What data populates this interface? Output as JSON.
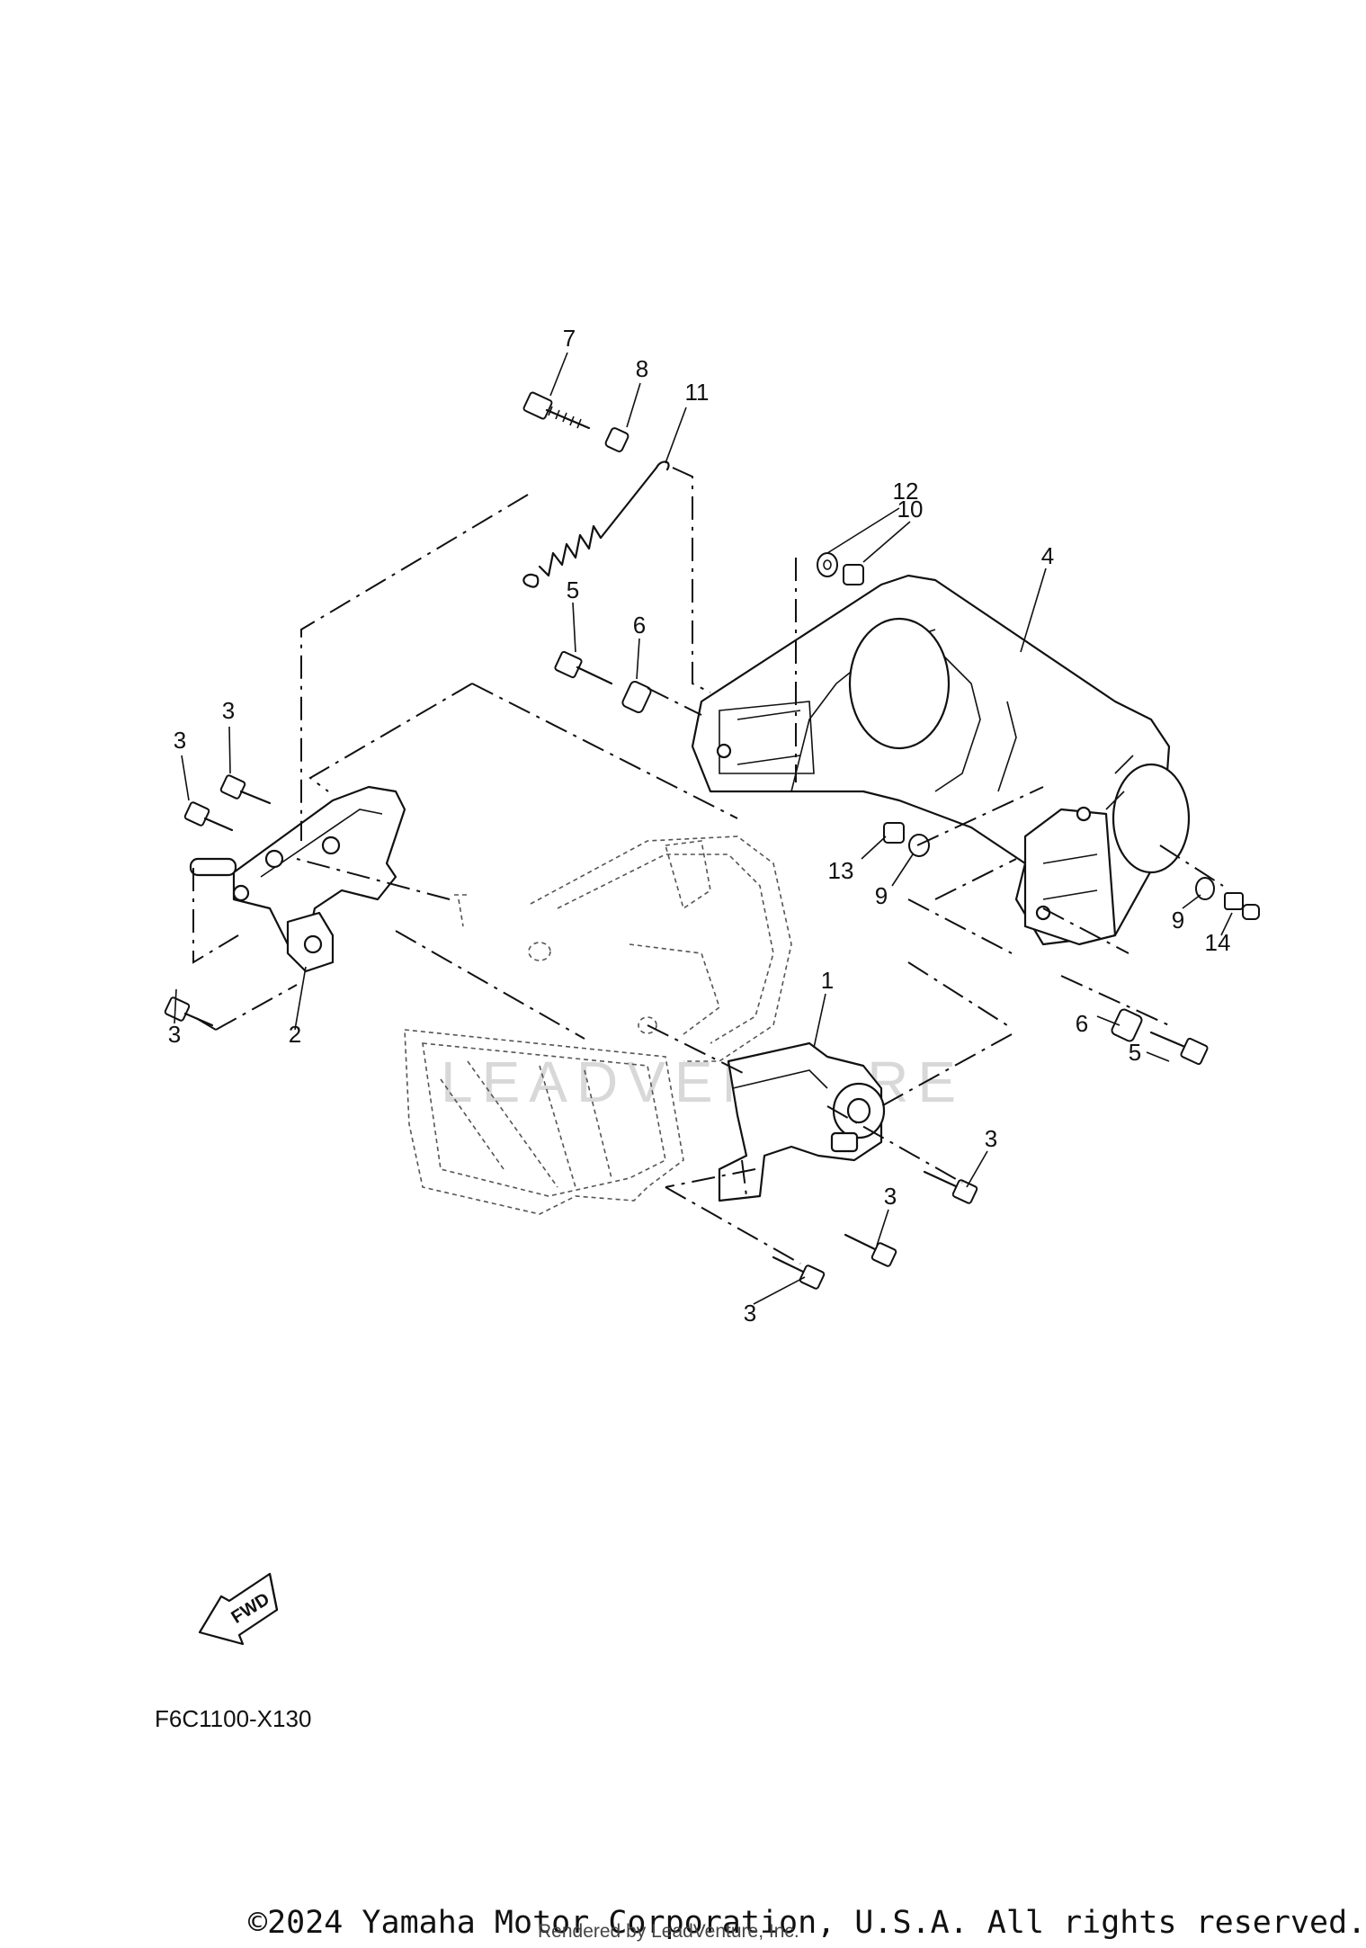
{
  "diagram": {
    "drawing_code": "F6C1100-X130",
    "fwd_label": "FWD",
    "watermark": "LEADVENTURE",
    "callouts": [
      {
        "id": "c7",
        "label": "7"
      },
      {
        "id": "c8",
        "label": "8"
      },
      {
        "id": "c11",
        "label": "11"
      },
      {
        "id": "c12",
        "label": "12"
      },
      {
        "id": "c10",
        "label": "10"
      },
      {
        "id": "c4",
        "label": "4"
      },
      {
        "id": "c5a",
        "label": "5"
      },
      {
        "id": "c6a",
        "label": "6"
      },
      {
        "id": "c3a",
        "label": "3"
      },
      {
        "id": "c3b",
        "label": "3"
      },
      {
        "id": "c3c",
        "label": "3"
      },
      {
        "id": "c2",
        "label": "2"
      },
      {
        "id": "c13",
        "label": "13"
      },
      {
        "id": "c9a",
        "label": "9"
      },
      {
        "id": "c9b",
        "label": "9"
      },
      {
        "id": "c14",
        "label": "14"
      },
      {
        "id": "c6b",
        "label": "6"
      },
      {
        "id": "c5b",
        "label": "5"
      },
      {
        "id": "c1",
        "label": "1"
      },
      {
        "id": "c3d",
        "label": "3"
      },
      {
        "id": "c3e",
        "label": "3"
      },
      {
        "id": "c3f",
        "label": "3"
      }
    ]
  },
  "footer": {
    "copyright": "©2024 Yamaha Motor Corporation, U.S.A. All rights reserved.",
    "rendered_by": "Rendered by LeadVenture, Inc."
  }
}
